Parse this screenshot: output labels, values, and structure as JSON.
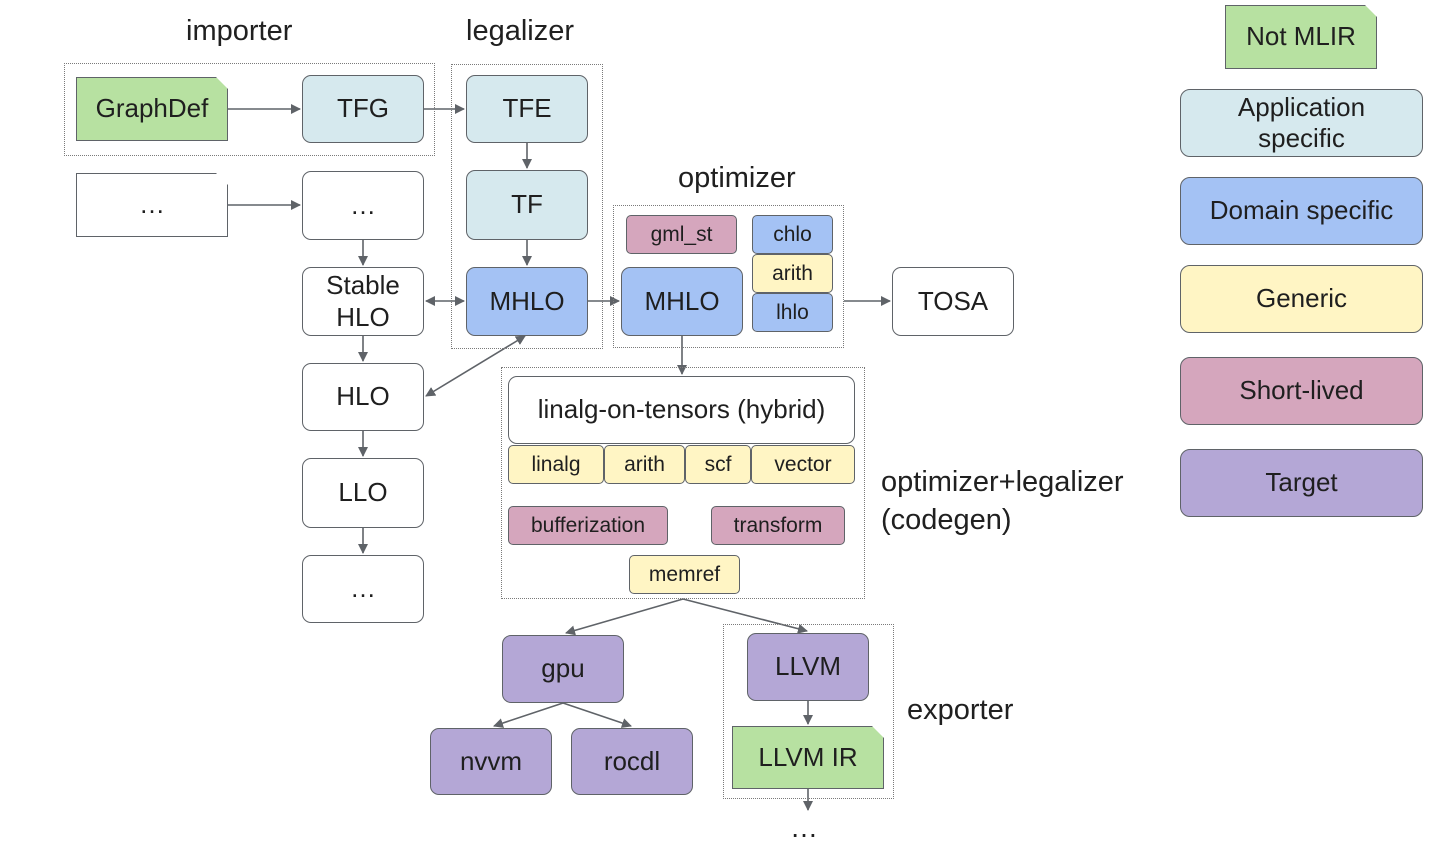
{
  "colors": {
    "not_mlir": "#b7e1a1",
    "application_specific": "#d6e9ee",
    "domain_specific": "#a4c2f4",
    "generic": "#fff5c4",
    "short_lived": "#d5a6bd",
    "target": "#b4a7d6",
    "plain": "#ffffff",
    "line": "#5f6368"
  },
  "group_labels": {
    "importer": "importer",
    "legalizer": "legalizer",
    "optimizer": "optimizer",
    "codegen_line1": "optimizer+legalizer",
    "codegen_line2": "(codegen)",
    "exporter": "exporter"
  },
  "nodes": {
    "graphdef": "GraphDef",
    "tfg": "TFG",
    "ellipsis_doc": "…",
    "ellipsis_box": "…",
    "stable_hlo": "Stable\nHLO",
    "hlo": "HLO",
    "llo": "LLO",
    "ellipsis_bottom": "…",
    "tfe": "TFE",
    "tf": "TF",
    "mhlo_legalizer": "MHLO",
    "gml_st": "gml_st",
    "chlo": "chlo",
    "arith_opt": "arith",
    "lhlo": "lhlo",
    "mhlo_optimizer": "MHLO",
    "tosa": "TOSA",
    "linalg_on_tensors": "linalg-on-tensors (hybrid)",
    "linalg": "linalg",
    "arith_codegen": "arith",
    "scf": "scf",
    "vector": "vector",
    "bufferization": "bufferization",
    "transform": "transform",
    "memref": "memref",
    "gpu": "gpu",
    "nvvm": "nvvm",
    "rocdl": "rocdl",
    "llvm": "LLVM",
    "llvm_ir": "LLVM IR",
    "ellipsis_exporter": "…"
  },
  "legend": [
    {
      "label": "Not MLIR",
      "color_key": "not_mlir"
    },
    {
      "label": "Application\nspecific",
      "color_key": "application_specific"
    },
    {
      "label": "Domain specific",
      "color_key": "domain_specific"
    },
    {
      "label": "Generic",
      "color_key": "generic"
    },
    {
      "label": "Short-lived",
      "color_key": "short_lived"
    },
    {
      "label": "Target",
      "color_key": "target"
    }
  ]
}
